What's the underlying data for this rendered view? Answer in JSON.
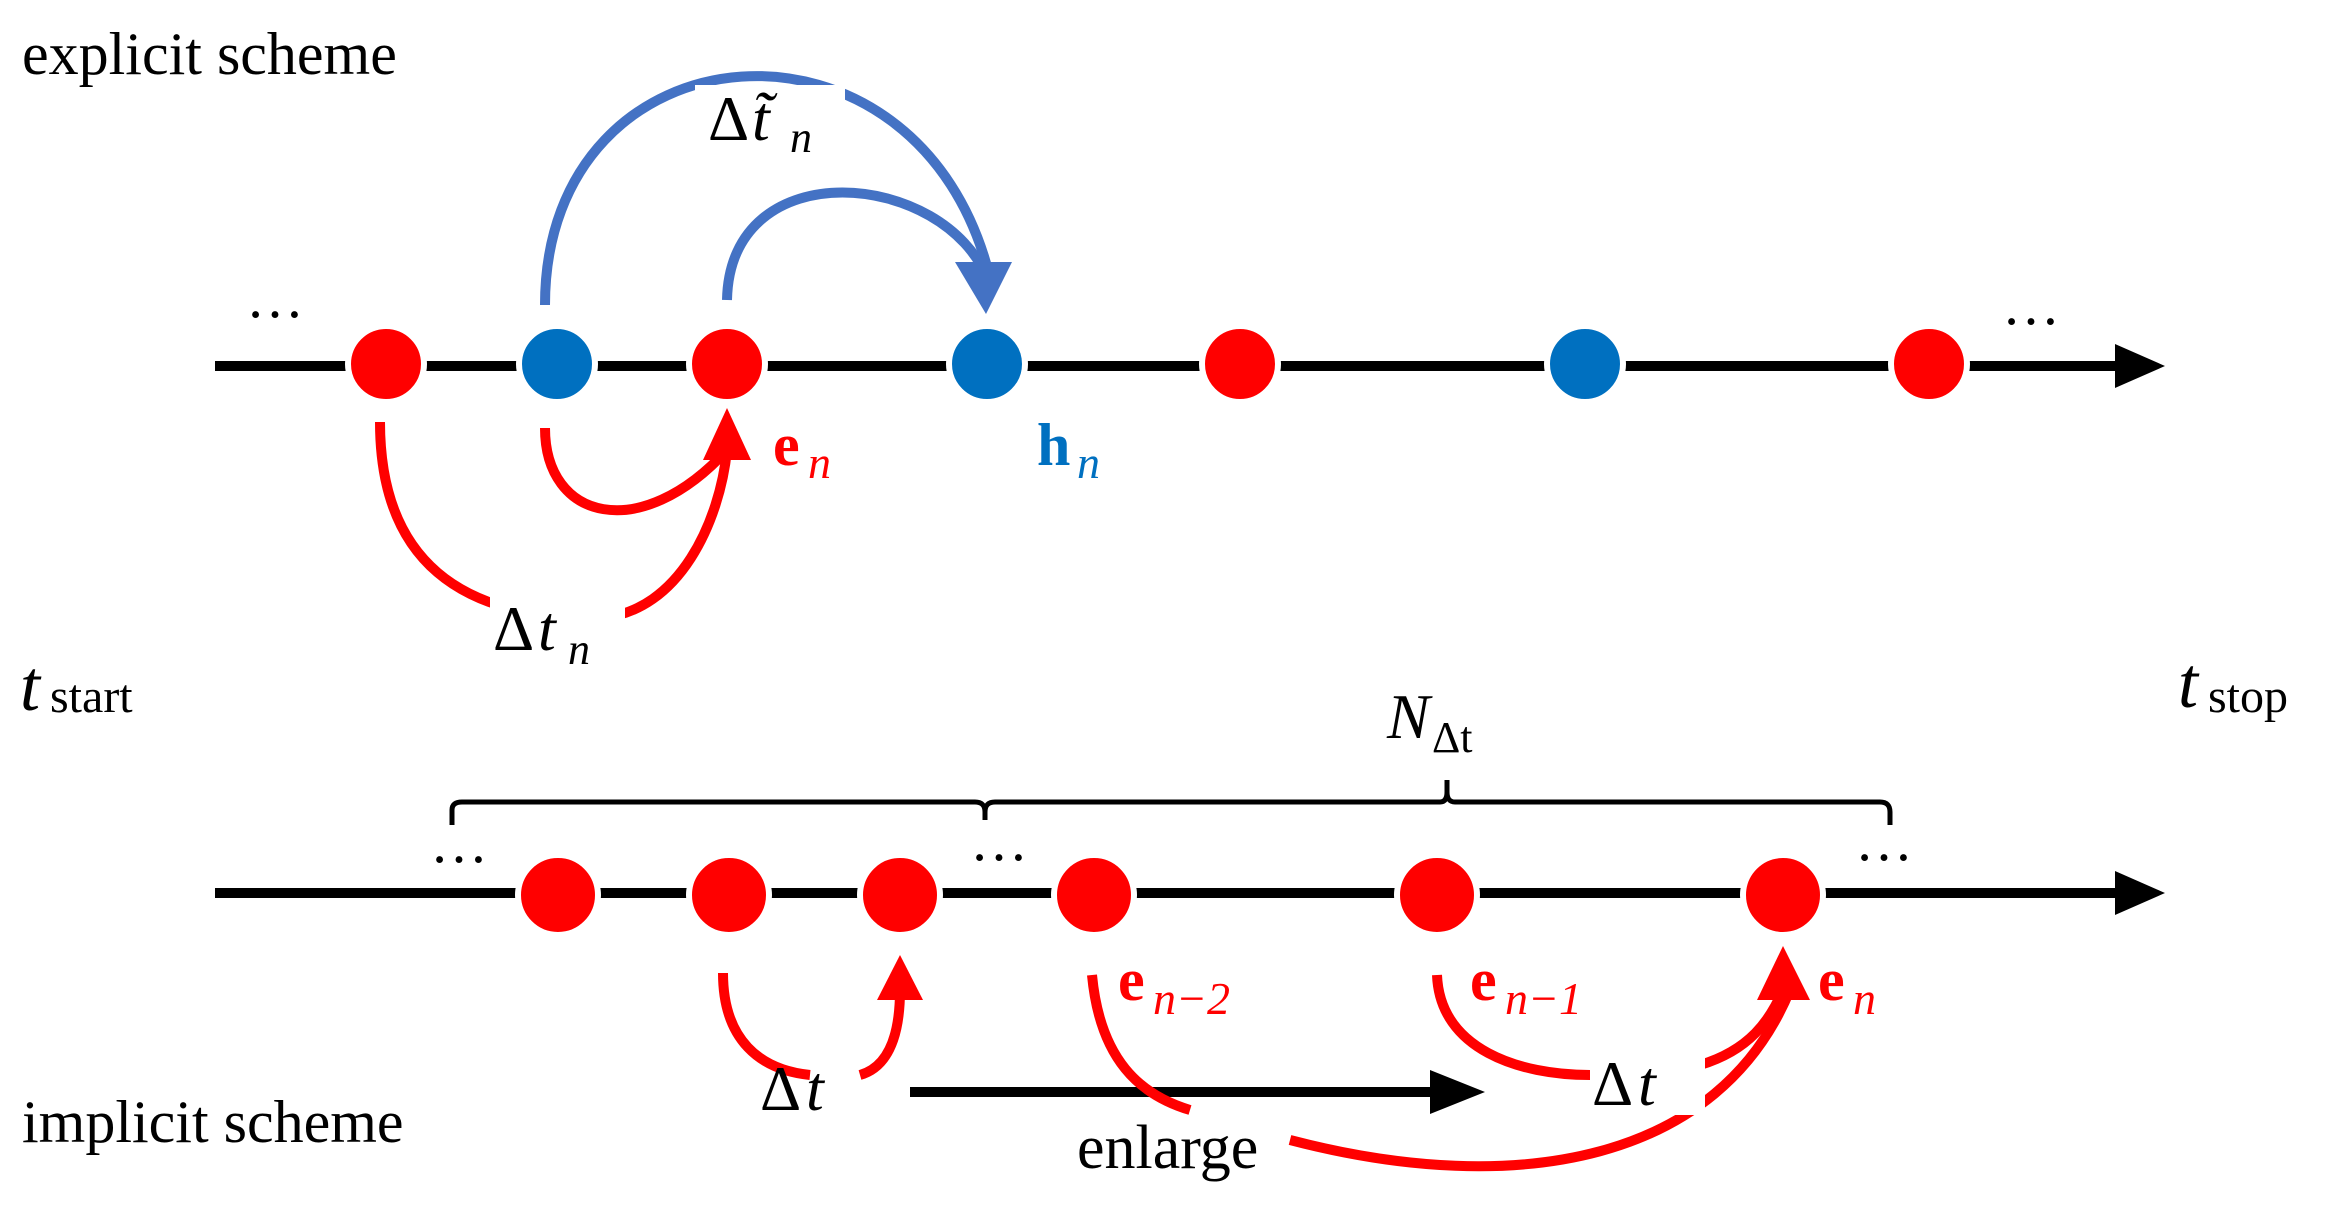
{
  "colors": {
    "red": "#ff0000",
    "blue": "#0070c0",
    "arcBlue": "#4472c4",
    "black": "#000000"
  },
  "labels": {
    "explicit_scheme": "explicit scheme",
    "implicit_scheme": "implicit scheme",
    "ellipsis": "…",
    "delta": "Δ",
    "t": "t",
    "n": "n",
    "tilde_t": "t̃",
    "e": "e",
    "h": "h",
    "n_minus_2": "n−2",
    "n_minus_1": "n−1",
    "t_start_base": "t",
    "t_start_sub": "start",
    "t_stop_base": "t",
    "t_stop_sub": "stop",
    "N": "N",
    "N_sub": "Δt",
    "enlarge": "enlarge"
  }
}
